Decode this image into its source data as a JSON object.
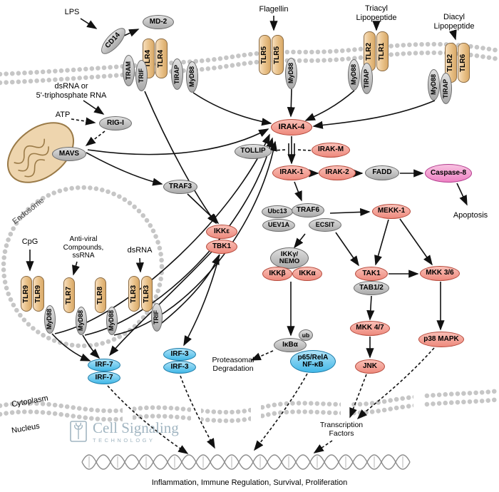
{
  "caption": "Inflammation, Immune Regulation, Survival, Proliferation",
  "logo": {
    "name": "Cell Signaling",
    "sub": "TECHNOLOGY"
  },
  "colors": {
    "receptor_tan": "#EFCFA3",
    "adapter_gray": "#B9B9B9",
    "kinase_red": "#F4938A",
    "tf_blue": "#5BC8F0",
    "caspase_pink": "#F27CC1"
  },
  "labels": {
    "lps": "LPS",
    "flagellin": "Flagellin",
    "triacyl": "Triacyl\nLipopeptide",
    "diacyl": "Diacyl\nLipopeptide",
    "dsrna_rig": "dsRNA or\n5'-triphosphate RNA",
    "atp": "ATP",
    "endosome": "Endosome",
    "cpg": "CpG",
    "antiviral": "Anti-viral\nCompounds,\nssRNA",
    "dsrna": "dsRNA",
    "apoptosis": "Apoptosis",
    "proteasomal": "Proteasomal\nDegradation",
    "cytoplasm": "Cytoplasm",
    "nucleus": "Nucleus",
    "tf": "Transcription\nFactors"
  },
  "nodes": {
    "cd14": "CD14",
    "md2": "MD-2",
    "tlr4a": "TLR4",
    "tlr4b": "TLR4",
    "tram": "TRAM",
    "trif_tlr4": "TRIF",
    "tirap_tlr4": "TIRAP",
    "myd88_tlr4": "MyD88",
    "tlr5a": "TLR5",
    "tlr5b": "TLR5",
    "myd88_tlr5": "MyD88",
    "tlr2a": "TLR2",
    "tlr1": "TLR1",
    "myd88_tlr2a": "MyD88",
    "tirap_tlr2a": "TIRAP",
    "tlr2b": "TLR2",
    "tlr6": "TLR6",
    "myd88_tlr2b": "MyD88",
    "tirap_tlr2b": "TIRAP",
    "rigi": "RIG-I",
    "mavs": "MAVS",
    "traf3": "TRAF3",
    "tlr9a": "TLR9",
    "tlr9b": "TLR9",
    "myd88_tlr9": "MyD88",
    "tlr7": "TLR7",
    "myd88_tlr7": "MyD88",
    "tlr8": "TLR8",
    "myd88_tlr8": "MyD88",
    "tlr3a": "TLR3",
    "tlr3b": "TLR3",
    "trif_tlr3": "TRIF",
    "irak4": "IRAK-4",
    "tollip": "TOLLIP",
    "irakm": "IRAK-M",
    "irak1": "IRAK-1",
    "irak2": "IRAK-2",
    "fadd": "FADD",
    "casp8": "Caspase-8",
    "ubc13": "Ubc13",
    "traf6": "TRAF6",
    "uev1a": "UEV1A",
    "ecsit": "ECSIT",
    "mekk1": "MEKK-1",
    "ikke": "IKKε",
    "tbk1": "TBK1",
    "nemo": "IKKγ/\nNEMO",
    "ikkb": "IKKβ",
    "ikka": "IKKα",
    "tak1": "TAK1",
    "tab12": "TAB1/2",
    "mkk36": "MKK 3/6",
    "mkk47": "MKK 4/7",
    "p38": "p38 MAPK",
    "jnk": "JNK",
    "ikba": "IκBα",
    "ub": "ub",
    "nfkb": "p65/RelA\nNF-κB",
    "irf3a": "IRF-3",
    "irf3b": "IRF-3",
    "irf7a": "IRF-7",
    "irf7b": "IRF-7"
  }
}
